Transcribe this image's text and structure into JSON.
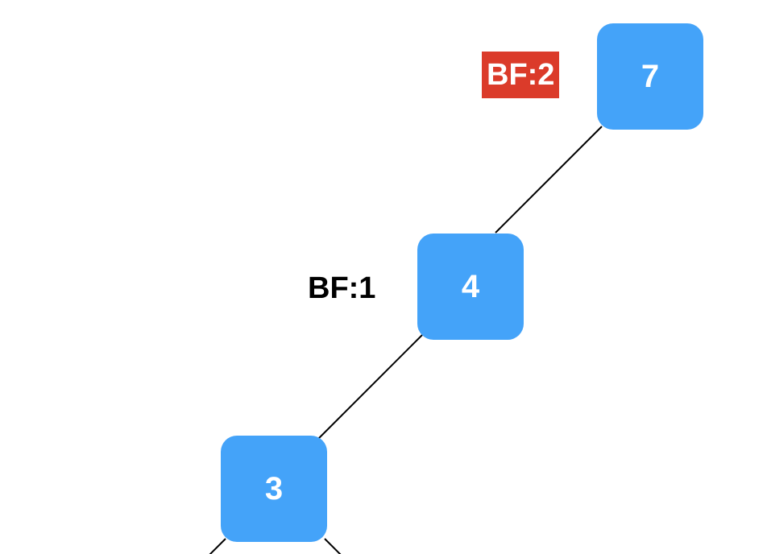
{
  "colors": {
    "node_fill": "#44a3f9",
    "highlight": "#db3b2a",
    "edge": "#000000"
  },
  "nodes": [
    {
      "id": "node-7",
      "value": "7"
    },
    {
      "id": "node-4",
      "value": "4"
    },
    {
      "id": "node-3",
      "value": "3"
    }
  ],
  "labels": [
    {
      "id": "bf-7",
      "text": "BF:2",
      "highlighted": true
    },
    {
      "id": "bf-4",
      "text": "BF:1",
      "highlighted": false
    }
  ]
}
